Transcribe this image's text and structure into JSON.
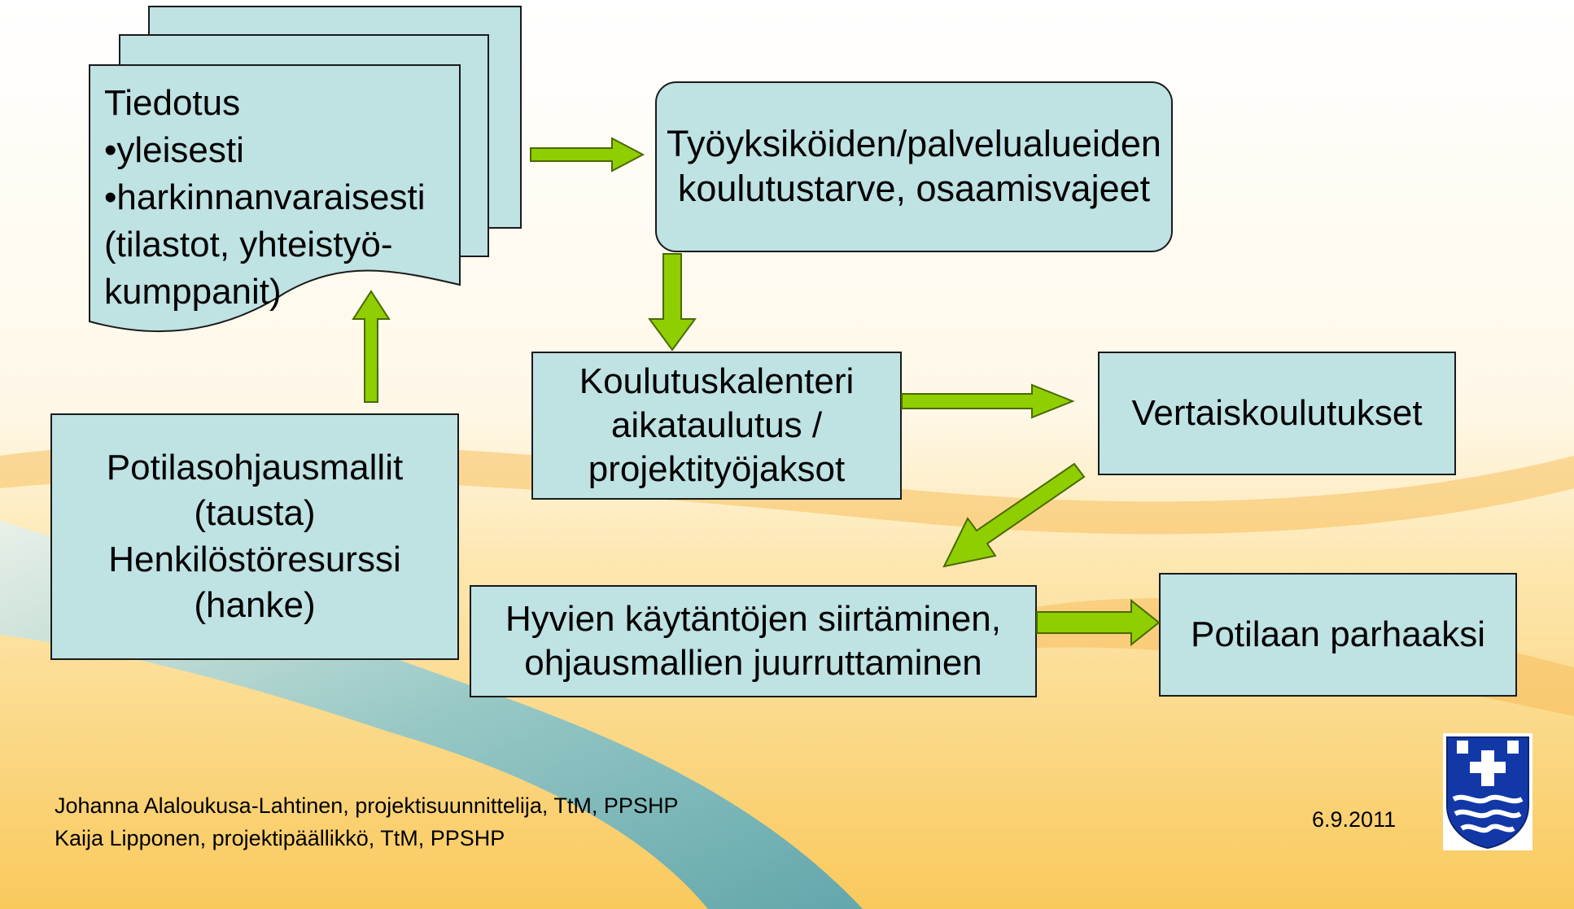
{
  "document_box": {
    "lines": [
      "Tiedotus",
      "•yleisesti",
      "•harkinnanvaraisesti",
      "(tilastot, yhteistyö-",
      "kumppanit)"
    ]
  },
  "units_box": {
    "lines": [
      "Työyksiköiden/palvelualueiden",
      "koulutustarve, osaamisvajeet"
    ]
  },
  "calendar_box": {
    "lines": [
      "Koulutuskalenteri",
      "aikataulutus /",
      "projektityöjaksot"
    ]
  },
  "peer_box": {
    "lines": [
      "Vertaiskoulutukset"
    ]
  },
  "models_box": {
    "lines": [
      "Potilasohjausmallit",
      "(tausta)",
      "Henkilöstöresurssi",
      "(hanke)"
    ]
  },
  "practices_box": {
    "lines": [
      "Hyvien käytäntöjen siirtäminen,",
      "ohjausmallien juurruttaminen"
    ]
  },
  "patient_box": {
    "lines": [
      "Potilaan parhaaksi"
    ]
  },
  "footer": {
    "author_1": "Johanna Alaloukusa-Lahtinen, projektisuunnittelija, TtM, PPSHP",
    "author_2": "Kaija Lipponen, projektipäällikkö, TtM, PPSHP",
    "date": "6.9.2011"
  },
  "colors": {
    "box_fill": "#bfe2e3",
    "arrow_fill": "#8fce00",
    "arrow_outline": "#4a6a00",
    "logo_blue": "#1238a8"
  }
}
